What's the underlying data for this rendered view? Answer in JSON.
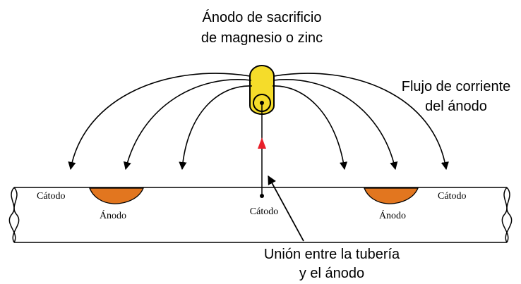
{
  "labels": {
    "anode_title_line1": "Ánodo de sacrificio",
    "anode_title_line2": "de magnesio o zinc",
    "flow_line1": "Flujo de corriente",
    "flow_line2": "del ánodo",
    "junction_line1": "Unión entre la tubería",
    "junction_line2": "y el ánodo",
    "cathode_left": "Cátodo",
    "cathode_center": "Cátodo",
    "cathode_right": "Cátodo",
    "anode_left": "Ánodo",
    "anode_right": "Ánodo"
  },
  "colors": {
    "anode_fill": "#f5dc2a",
    "anode_stroke": "#000000",
    "corrosion_fill": "#e2761f",
    "red_arrow": "#e8202a",
    "line": "#000000"
  }
}
